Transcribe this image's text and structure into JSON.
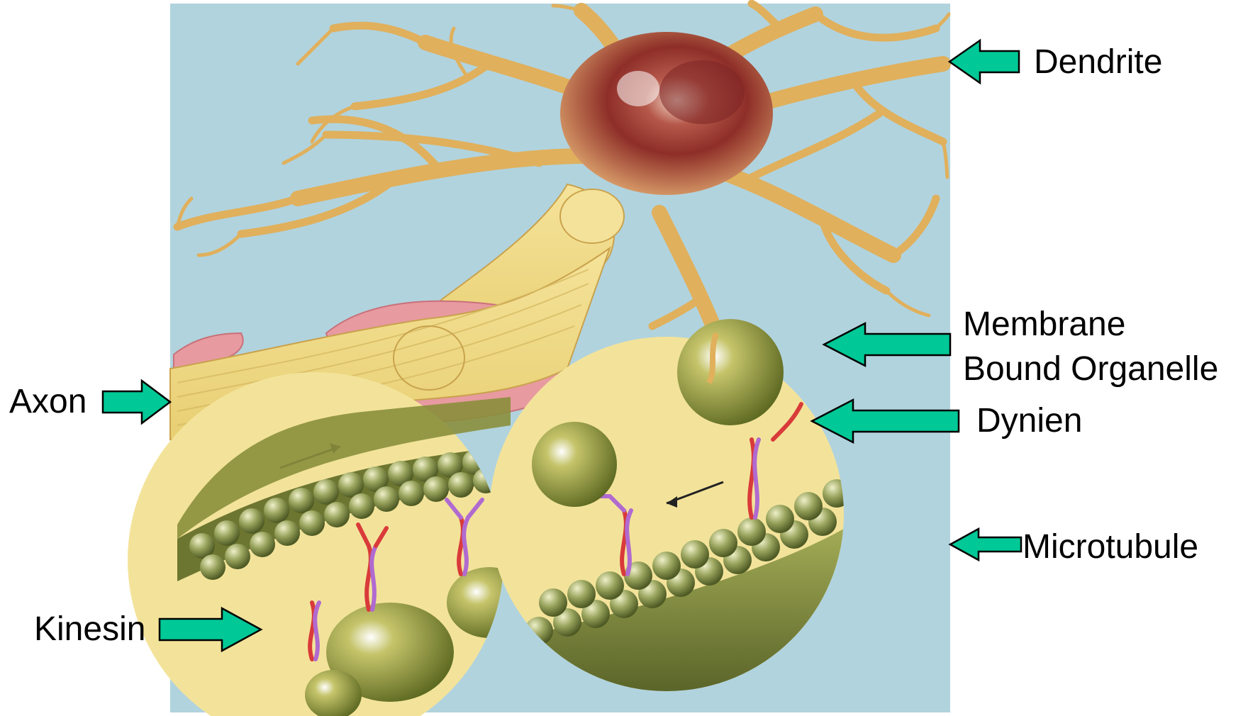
{
  "labels": {
    "dendrite": "Dendrite",
    "membrane_line1": "Membrane",
    "membrane_line2": "Bound Organelle",
    "dynien": "Dynien",
    "microtubule": "Microtubule",
    "axon": "Axon",
    "kinesin": "Kinesin"
  },
  "colors": {
    "arrow_fill": "#00c896",
    "arrow_stroke": "#000000",
    "background_blue": "#a9d0dc",
    "cell_body": "#c9986a",
    "nucleus": "#8e2e28",
    "axon_yellow": "#f2dd8a",
    "myelin_pink": "#e79aa0",
    "tubulin_green": "#8e9a4c",
    "kinesin_red": "#d93a3a",
    "kinesin_purple": "#b06ad0"
  }
}
